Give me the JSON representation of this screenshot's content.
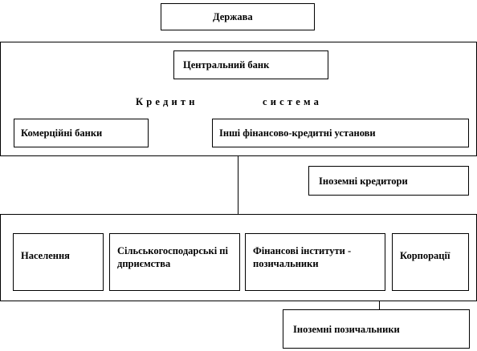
{
  "state": "Держава",
  "central_bank": "Центральний банк",
  "credit_word": "Кредитн",
  "system_word": "система",
  "commercial_banks": "Комерційні банки",
  "other_institutions": "Інші фінансово-кредитні установи",
  "foreign_creditors": "Іноземні кредитори",
  "borrowers": {
    "population": "Населення",
    "agricultural": "Сільськогосподарські підприємства",
    "financial_institutions": "Фінансові інститути - позичальники",
    "corporations": "Корпорації"
  },
  "foreign_borrowers": "Іноземні позичальники"
}
